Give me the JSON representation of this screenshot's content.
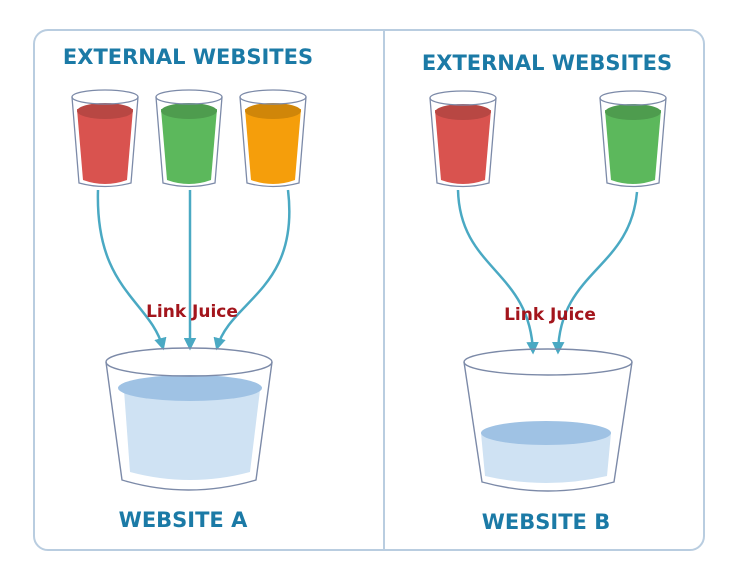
{
  "left_panel": {
    "title": "EXTERNAL WEBSITES",
    "sources": [
      {
        "color": "#d9534f"
      },
      {
        "color": "#5cb85c"
      },
      {
        "color": "#f59e0b"
      }
    ],
    "flow_label": "Link Juice",
    "target_label": "WEBSITE A",
    "target_fill_level": 0.85
  },
  "right_panel": {
    "title": "EXTERNAL WEBSITES",
    "sources": [
      {
        "color": "#d9534f"
      },
      {
        "color": "#5cb85c"
      }
    ],
    "flow_label": "Link Juice",
    "target_label": "WEBSITE B",
    "target_fill_level": 0.4
  },
  "colors": {
    "title": "#1b7aa6",
    "label": "#a3151c",
    "arrow": "#4aa9c3",
    "water": "#cfe2f3",
    "water_top": "#9fc2e4"
  }
}
